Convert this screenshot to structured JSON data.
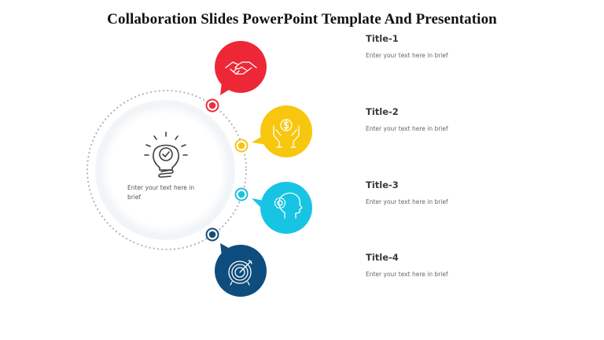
{
  "slide": {
    "title": "Collaboration Slides PowerPoint Template And Presentation",
    "background": "#ffffff"
  },
  "center": {
    "icon": "lightbulb-check-icon",
    "text": "Enter your text here in brief"
  },
  "items": [
    {
      "title": "Title-1",
      "description": "Enter your text here in brief",
      "icon": "handshake-icon",
      "color": "#ee2737"
    },
    {
      "title": "Title-2",
      "description": "Enter your text here in brief",
      "icon": "hands-coin-dollar-icon",
      "color": "#f7c70f"
    },
    {
      "title": "Title-3",
      "description": "Enter your text here in brief",
      "icon": "head-gear-icon",
      "color": "#18c4e3"
    },
    {
      "title": "Title-4",
      "description": "Enter your text here in brief",
      "icon": "target-arrow-icon",
      "color": "#0e4d7e"
    }
  ]
}
